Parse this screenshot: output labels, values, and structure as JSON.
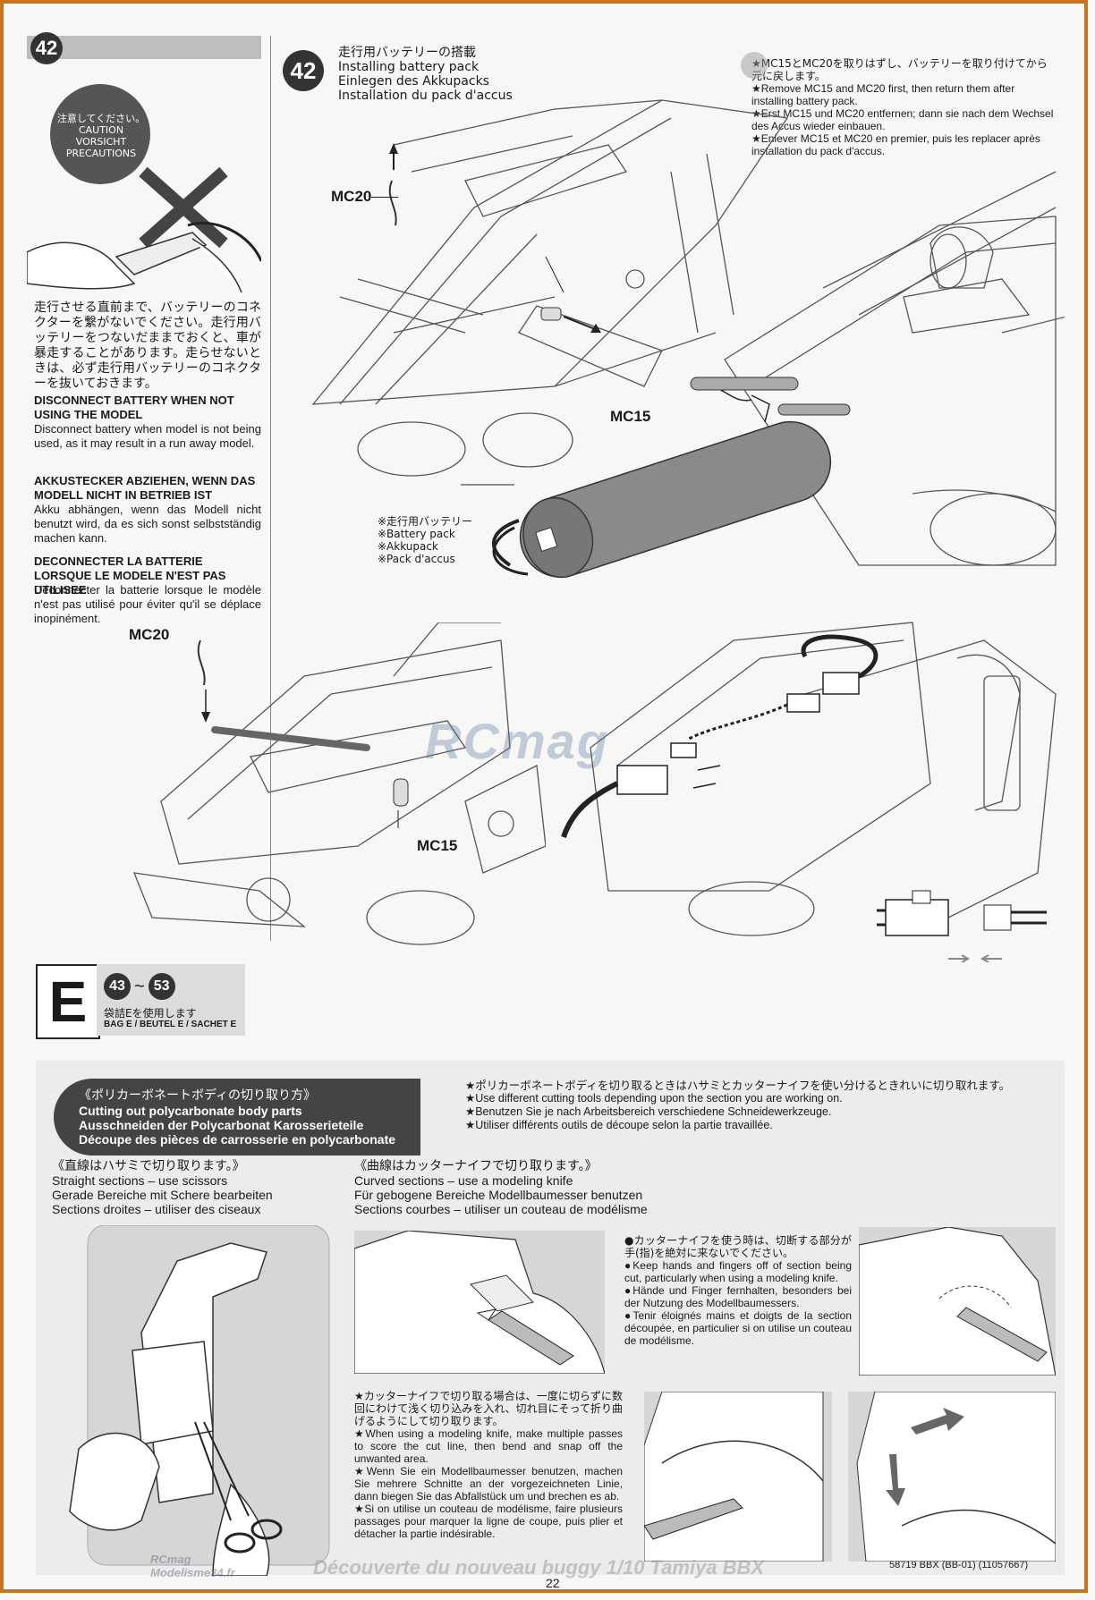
{
  "step42_left": {
    "number": "42",
    "caution_jp": "注意してください。",
    "caution_en": "CAUTION",
    "caution_de": "VORSICHT",
    "caution_fr": "PRECAUTIONS",
    "jp_text": "走行させる直前まで、バッテリーのコネクターを繋がないでください。走行用バッテリーをつないだままでおくと、車が暴走することがあります。走らせないときは、必ず走行用バッテリーのコネクターを抜いておきます。",
    "en_title": "DISCONNECT BATTERY WHEN NOT USING THE MODEL",
    "en_body": "Disconnect battery when model is not being used, as it may result in a run away model.",
    "de_title": "AKKUSTECKER ABZIEHEN, WENN DAS MODELL NICHT IN BETRIEB IST",
    "de_body": "Akku abhängen, wenn das Modell nicht benutzt wird, da es sich sonst selbstständig machen kann.",
    "fr_title": "DECONNECTER LA BATTERIE LORSQUE LE MODELE N'EST PAS UTILISEE",
    "fr_body": "Déconnecter la batterie lorsque le modèle n'est pas utilisé pour éviter qu'il se déplace inopinément."
  },
  "step42_main": {
    "number": "42",
    "title_jp": "走行用バッテリーの搭載",
    "title_en": "Installing battery pack",
    "title_de": "Einlegen des Akkupacks",
    "title_fr": "Installation du pack d'accus",
    "note_jp": "★MC15とMC20を取りはずし、バッテリーを取り付けてから元に戻します。",
    "note_en": "★Remove MC15 and MC20 first, then return them after installing battery pack.",
    "note_de": "★Erst MC15 und MC20 entfernen; dann sie nach dem Wechsel des Accus wieder einbauen.",
    "note_fr": "★Enlever MC15 et MC20 en premier, puis les replacer après installation du pack d'accus.",
    "label_mc20": "MC20",
    "label_mc15": "MC15",
    "battery_jp": "※走行用バッテリー",
    "battery_en": "※Battery pack",
    "battery_de": "※Akkupack",
    "battery_fr": "※Pack d'accus",
    "label_mc20_b": "MC20",
    "label_mc15_b": "MC15",
    "watermark": "RCmag"
  },
  "section_e": {
    "letter": "E",
    "range_start": "43",
    "range_sep": "~",
    "range_end": "53",
    "bag_jp": "袋詰Eを使用します",
    "bag_multi": "BAG E / BEUTEL E / SACHET E"
  },
  "body_cutting": {
    "title_jp": "《ポリカーボネートボディの切り取り方》",
    "title_en": "Cutting out polycarbonate body parts",
    "title_de": "Ausschneiden der Polycarbonat Karosserieteile",
    "title_fr": "Découpe des pièces de carrosserie en polycarbonate",
    "note_jp": "★ポリカーボネートボディを切り取るときはハサミとカッターナイフを使い分けるときれいに切り取れます。",
    "note_en": "★Use different cutting tools depending upon the section you are working on.",
    "note_de": "★Benutzen Sie je nach Arbeitsbereich verschiedene Schneidewerkzeuge.",
    "note_fr": "★Utiliser différents outils de découpe selon la partie travaillée.",
    "straight_jp": "《直線はハサミで切り取ります。》",
    "straight_en": "Straight sections – use scissors",
    "straight_de": "Gerade Bereiche mit Schere bearbeiten",
    "straight_fr": "Sections droites – utiliser des ciseaux",
    "curved_jp": "《曲線はカッターナイフで切り取ります。》",
    "curved_en": "Curved sections – use a modeling knife",
    "curved_de": "Für gebogene Bereiche Modellbaumesser benutzen",
    "curved_fr": "Sections courbes – utiliser un couteau de modélisme",
    "knife_jp": "●カッターナイフを使う時は、切断する部分が手(指)を絶対に来ないでください。",
    "knife_en": "●Keep hands and fingers off of section being cut, particularly when using a modeling knife.",
    "knife_de": "●Hände und Finger fernhalten, besonders bei der Nutzung des Modellbaumessers.",
    "knife_fr": "●Tenir éloignés mains et doigts de la section découpée, en particulier si on utilise un couteau de modélisme.",
    "passes_jp": "★カッターナイフで切り取る場合は、一度に切らずに数回にわけて浅く切り込みを入れ、切れ目にそって折り曲げるようにして切り取ります。",
    "passes_en": "★When using a modeling knife, make multiple passes to score the cut line, then bend and snap off the unwanted area.",
    "passes_de": "★Wenn Sie ein Modellbaumesser benutzen, machen Sie mehrere Schnitte an der vorgezeichneten Linie, dann biegen Sie das Abfallstück um und brechen es ab.",
    "passes_fr": "★Si on utilise un couteau de modélisme, faire plusieurs passages pour marquer la ligne de coupe, puis plier et détacher la partie indésirable."
  },
  "footer": {
    "page_number": "22",
    "doc_code": "58719 BBX (BB-01) (11057667)",
    "watermark_left_1": "RCmag",
    "watermark_left_2": "Modelisme34.fr",
    "watermark_caption": "Découverte du nouveau buggy 1/10 Tamiya BBX"
  }
}
